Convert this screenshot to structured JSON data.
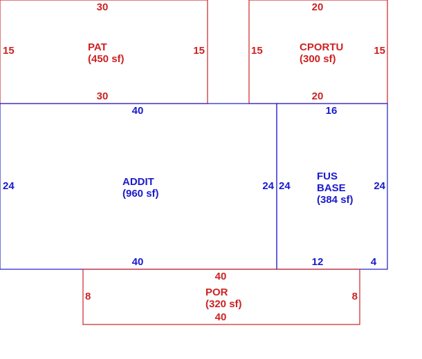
{
  "colors": {
    "red": "#cc2222",
    "blue": "#1a1acc",
    "background": "#ffffff"
  },
  "areas": [
    {
      "id": "pat",
      "color": "red",
      "label": [
        "PAT",
        "(450 sf)"
      ],
      "dims": {
        "top": "30",
        "bottom": "30",
        "left": "15",
        "right": "15"
      }
    },
    {
      "id": "cportu",
      "color": "red",
      "label": [
        "CPORTU",
        "(300 sf)"
      ],
      "dims": {
        "top": "20",
        "bottom": "20",
        "left": "15",
        "right": "15"
      }
    },
    {
      "id": "addit",
      "color": "blue",
      "label": [
        "ADDIT",
        "(960 sf)"
      ],
      "dims": {
        "top": "40",
        "bottom": "40",
        "left": "24",
        "right": "24"
      }
    },
    {
      "id": "fus-base",
      "color": "blue",
      "label": [
        "FUS",
        "BASE",
        "(384 sf)"
      ],
      "dims": {
        "top": "16",
        "bottom": "12",
        "bottom_right": "4",
        "left": "24",
        "right": "24"
      }
    },
    {
      "id": "por",
      "color": "red",
      "label": [
        "POR",
        "(320 sf)"
      ],
      "dims": {
        "top": "40",
        "bottom": "40",
        "left": "8",
        "right": "8"
      }
    }
  ]
}
